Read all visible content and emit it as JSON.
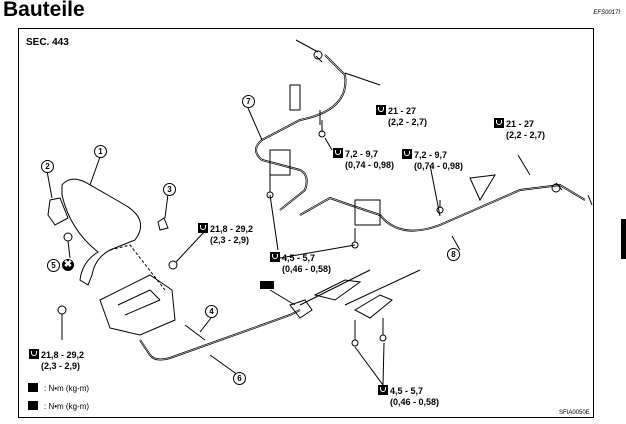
{
  "header": {
    "title": "Bauteile",
    "doc_id": "EFS0017I"
  },
  "section": {
    "label": "SEC. 443"
  },
  "figure_id": "SFIA0050E",
  "callouts": [
    "1",
    "2",
    "3",
    "4",
    "5",
    "6",
    "7",
    "8"
  ],
  "torques": [
    {
      "id": "t1",
      "icon": "torque-wrench-icon",
      "nm": "21 - 27",
      "kgm": "(2,2 - 2,7)"
    },
    {
      "id": "t2",
      "icon": "torque-wrench-icon",
      "nm": "21 - 27",
      "kgm": "(2,2 - 2,7)"
    },
    {
      "id": "t3",
      "icon": "torque-wrench-filled-icon",
      "nm": "7,2 - 9,7",
      "kgm": "(0,74 - 0,98)"
    },
    {
      "id": "t4",
      "icon": "torque-wrench-filled-icon",
      "nm": "7,2 - 9,7",
      "kgm": "(0,74 - 0,98)"
    },
    {
      "id": "t5",
      "icon": "torque-wrench-icon",
      "nm": "21,8 - 29,2",
      "kgm": "(2,3 - 2,9)"
    },
    {
      "id": "t6",
      "icon": "torque-wrench-filled-icon",
      "nm": "4,5 - 5,7",
      "kgm": "(0,46 - 0,58)"
    },
    {
      "id": "t7",
      "icon": "torque-wrench-icon",
      "nm": "21,8 - 29,2",
      "kgm": "(2,3 - 2,9)"
    },
    {
      "id": "t8",
      "icon": "torque-wrench-filled-icon",
      "nm": "4,5 - 5,7",
      "kgm": "(0,46 - 0,58)"
    }
  ],
  "legend": [
    {
      "icon": "torque-wrench-filled-icon",
      "label": ": N•m (kg-m)"
    },
    {
      "icon": "torque-wrench-icon",
      "label": ": N•m (kg-m)"
    }
  ],
  "do_not_reuse_symbol": "✖"
}
